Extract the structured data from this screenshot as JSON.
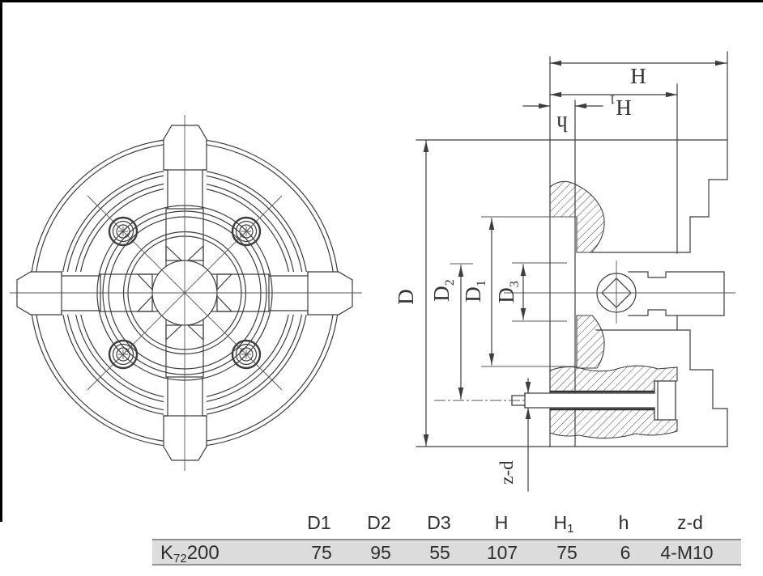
{
  "drawing": {
    "description": "4-jaw independent lathe chuck, front view and cross-section side view",
    "dims": {
      "D": "D",
      "D1": {
        "base": "D",
        "sub": "1"
      },
      "D2": {
        "base": "D",
        "sub": "2"
      },
      "D3": {
        "base": "D",
        "sub": "3"
      },
      "H": "H",
      "H1": {
        "base": "H",
        "sub": "1"
      },
      "h": "h",
      "zd": "z-d"
    }
  },
  "table": {
    "model": {
      "base": "K",
      "sub": "72",
      "rest": "200"
    },
    "headers": {
      "c0": "D1",
      "c1": "D2",
      "c2": "D3",
      "c3": "H",
      "c4": {
        "base": "H",
        "sub": "1"
      },
      "c5": "h",
      "c6": "z-d"
    },
    "values": [
      "75",
      "95",
      "55",
      "107",
      "75",
      "6",
      "4-M10"
    ]
  },
  "colors": {
    "line": "#3d3d3d",
    "band_fill": "#dcdcdc",
    "band_border": "#8f8f8f",
    "frame": "#000000"
  }
}
